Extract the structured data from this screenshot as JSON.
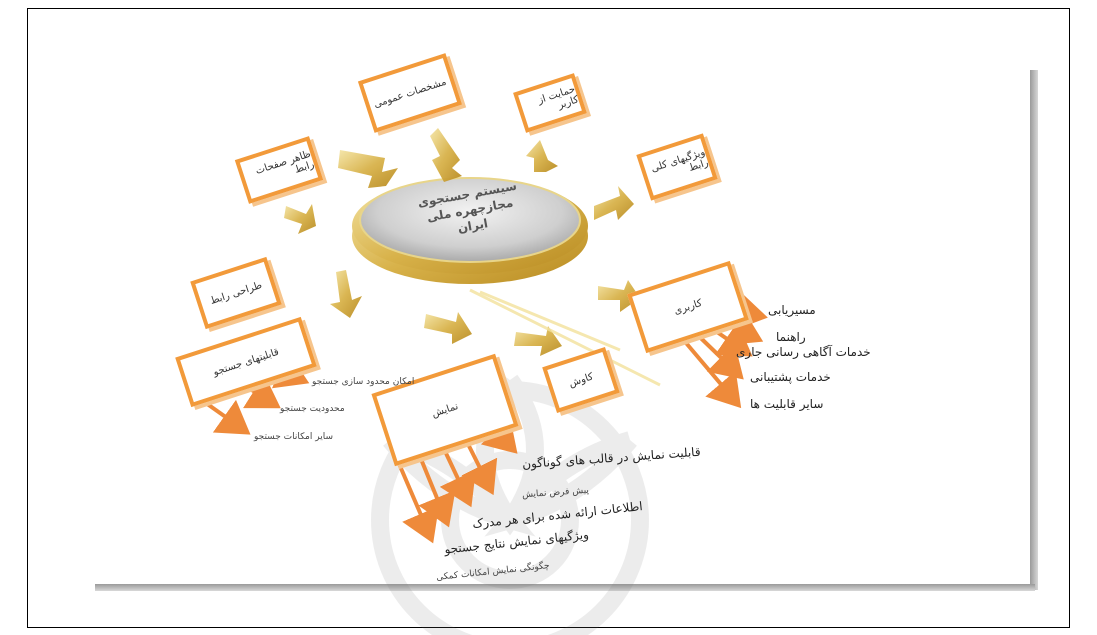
{
  "center": {
    "title": "سیستم جستجوی مجازچهره ملی ایران"
  },
  "boxes": {
    "top_left": "ظاهر صفحات رابط",
    "top_center": "مشخصات عمومی",
    "top_right": "حمایت از کاربر",
    "right_upper": "ویژگیهای کلی رابط",
    "left_middle": "طراحی رابط",
    "left_lower": "قابلیتهای جستجو",
    "right_lower": "کاربری",
    "bottom_center": "نمایش",
    "bottom_right": "کاوش"
  },
  "right_items": [
    "مسیریابی",
    "راهنما",
    "خدمات آگاهی رسانی جاری",
    "خدمات پشتیبانی",
    "سایر قابلیت ها"
  ],
  "left_items": [
    "امکان محدود سازی جستجو",
    "محدودیت جستجو",
    "سایر امکانات جستجو"
  ],
  "bottom_items": [
    "قابلیت نمایش در قالب های گوناگون",
    "پیش فرض نمایش",
    "اطلاعات ارائه شده برای هر مدرک",
    "ویژگیهای نمایش نتایج جستجو",
    "چگونگی نمایش امکانات کمکی"
  ],
  "colors": {
    "accent": "#f29a3a",
    "gold": "#d4b24a"
  }
}
